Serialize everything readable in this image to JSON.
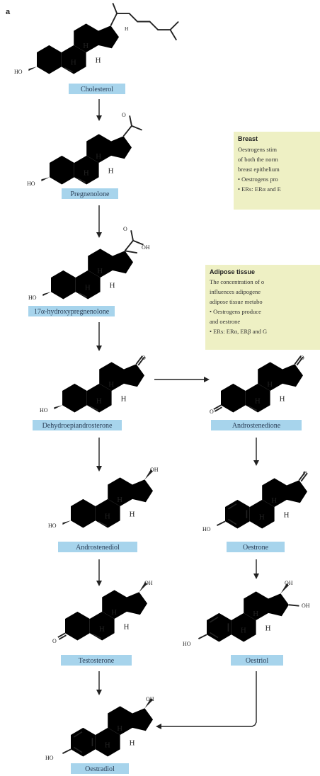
{
  "panel_label": "a",
  "compounds": {
    "cholesterol": "Cholesterol",
    "pregnenolone": "Pregnenolone",
    "hydroxypregnenolone": "17α-hydroxypregnenolone",
    "dhea": "Dehydroepiandrosterone",
    "androstenedione": "Androstenedione",
    "androstenediol": "Androstenediol",
    "oestrone": "Oestrone",
    "testosterone": "Testosterone",
    "oestriol": "Oestriol",
    "oestradiol": "Oestradiol"
  },
  "atoms": {
    "ho": "HO",
    "oh": "OH",
    "o": "O",
    "h": "H"
  },
  "tissues": {
    "breast": {
      "title": "Breast",
      "lines": [
        "Oestrogens stim",
        "of both the norm",
        "breast epithelium",
        "• Oestrogens pro",
        "• ERs: ERα and E"
      ]
    },
    "adipose": {
      "title": "Adipose tissue",
      "lines": [
        "The concentration of o",
        "influences adipogene",
        "adipose tissue metabo",
        "• Oestrogens produce",
        "  and oestrone",
        "• ERs: ERα, ERβ and G"
      ]
    }
  }
}
